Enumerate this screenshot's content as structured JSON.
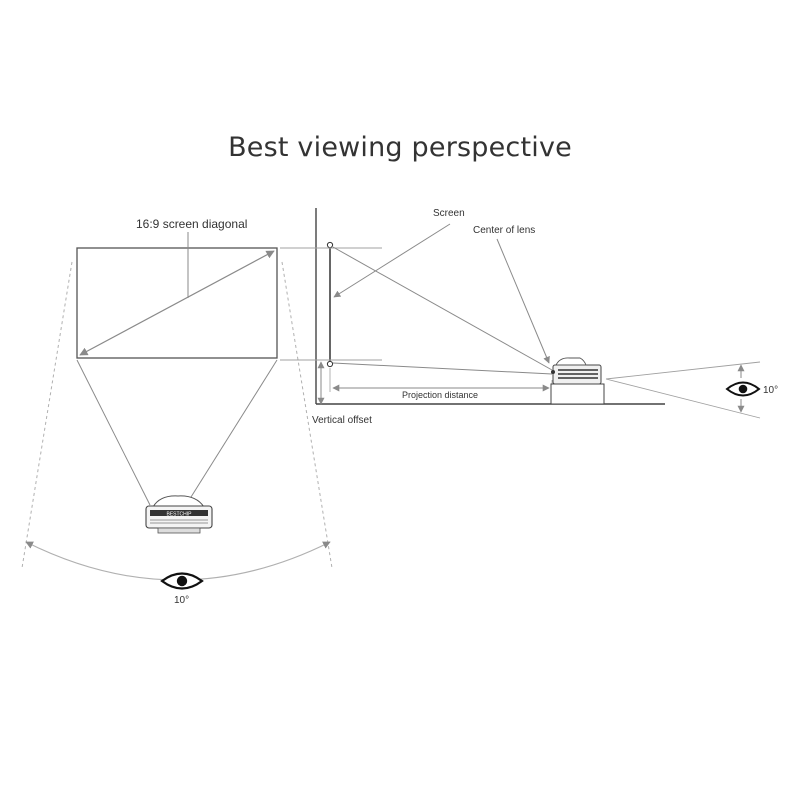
{
  "title": "Best viewing perspective",
  "front_view": {
    "screen_label": "16:9 screen diagonal",
    "eye_angle": "10°"
  },
  "side_view": {
    "screen_label": "Screen",
    "lens_label": "Center of lens",
    "distance_label": "Projection distance",
    "offset_label": "Vertical offset",
    "eye_angle": "10°"
  },
  "projector": {
    "front_logo": "BESTCHIP"
  },
  "colors": {
    "line": "#8a8a8a",
    "dark_line": "#555555",
    "dashed": "#b0b0b0",
    "text": "#333333"
  }
}
